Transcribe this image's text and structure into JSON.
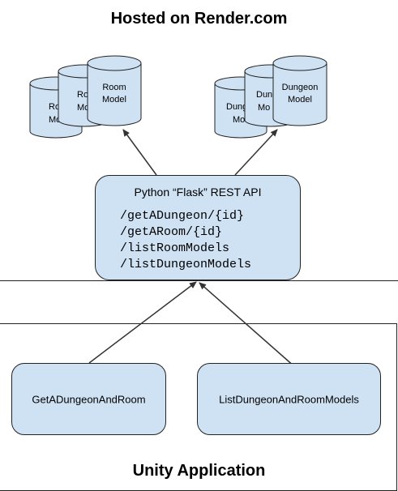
{
  "hosted": {
    "title": "Hosted on Render.com"
  },
  "room_models": {
    "back_label": [
      "Ro",
      "Mo"
    ],
    "mid_label": [
      "Ro",
      "Mode"
    ],
    "front_label": [
      "Room",
      "Model"
    ]
  },
  "dungeon_models": {
    "back_label": [
      "Dung",
      "Mo"
    ],
    "mid_label": [
      "Dun",
      "Mo"
    ],
    "front_label": [
      "Dungeon",
      "Model"
    ]
  },
  "api": {
    "title": "Python “Flask” REST API",
    "endpoints": [
      "/getADungeon/{id}",
      "/getARoom/{id}",
      "/listRoomModels",
      "/listDungeonModels"
    ]
  },
  "unity": {
    "title": "Unity Application",
    "left_box": "GetADungeonAndRoom",
    "right_box": "ListDungeonAndRoomModels"
  },
  "colors": {
    "fill": "#cfe2f3",
    "stroke": "#222222"
  }
}
